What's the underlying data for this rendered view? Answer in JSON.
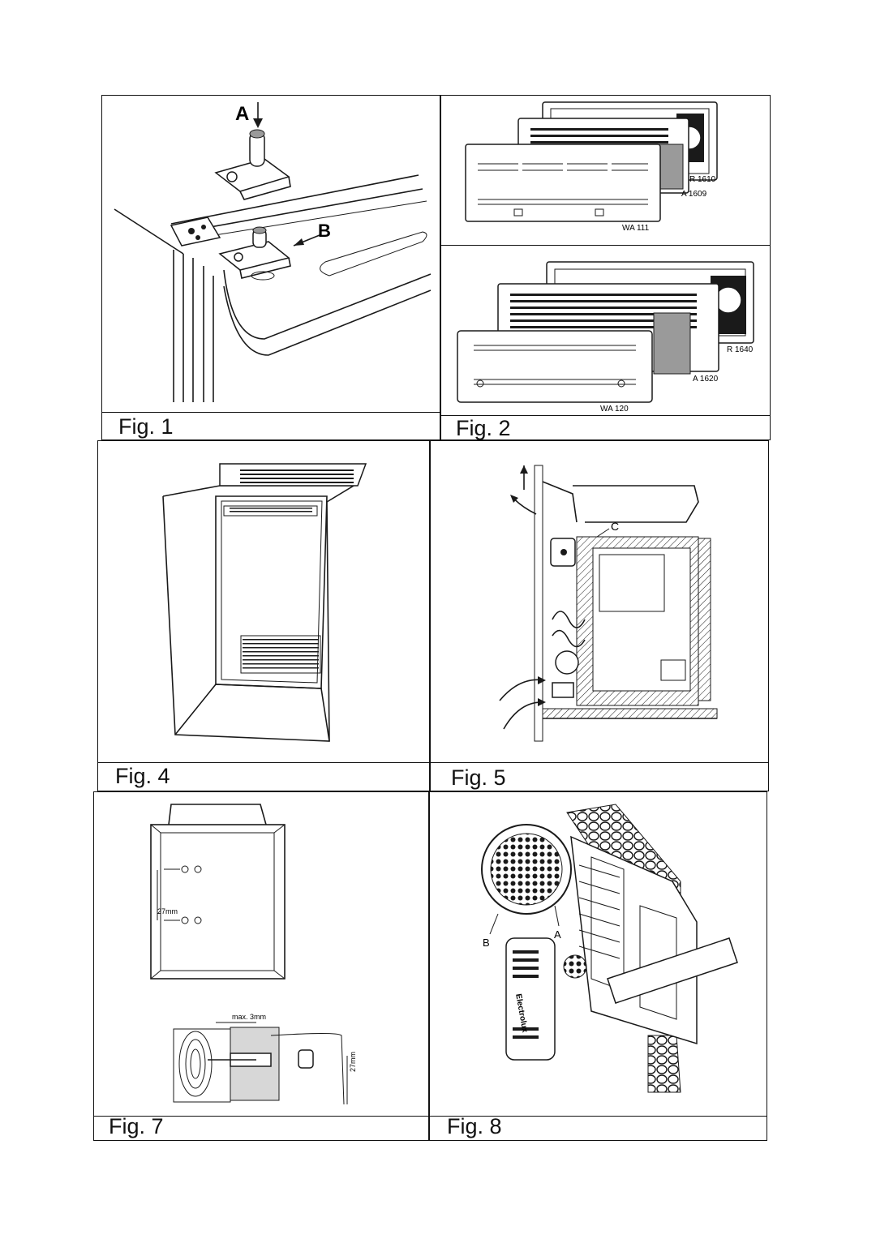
{
  "figures": {
    "fig1": {
      "caption": "Fig. 1",
      "label_a": "A",
      "label_b": "B"
    },
    "fig2": {
      "caption": "Fig. 2",
      "top": {
        "model_r": "R 1610",
        "model_a": "A 1609",
        "model_wa": "WA 111"
      },
      "bottom": {
        "model_r": "R 1640",
        "model_a": "A 1620",
        "model_wa": "WA 120"
      }
    },
    "fig4": {
      "caption": "Fig. 4"
    },
    "fig5": {
      "caption": "Fig. 5",
      "label_c": "C"
    },
    "fig7": {
      "caption": "Fig. 7",
      "dim_top": "27mm",
      "dim_max": "max. 3mm",
      "dim_bottom": "27mm"
    },
    "fig8": {
      "caption": "Fig. 8",
      "label_a": "A",
      "label_b": "B",
      "brand": "Electrolux"
    }
  }
}
